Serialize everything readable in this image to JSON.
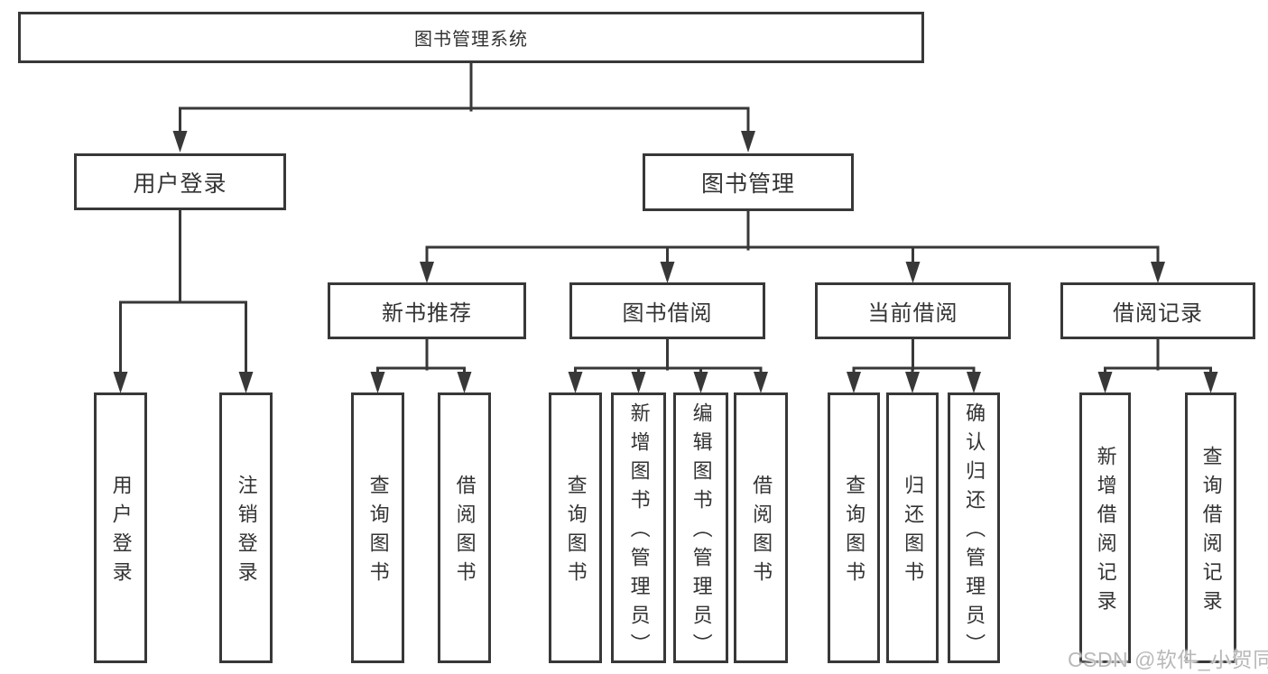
{
  "colors": {
    "line": "#383838",
    "box_border": "#383838",
    "text": "#333333",
    "watermark": "#b9b9b9",
    "background": "#ffffff"
  },
  "watermark": {
    "text": "CSDN @软件_小贺同学"
  },
  "tree": {
    "label": "图书管理系统",
    "children": [
      {
        "label": "用户登录",
        "children": [
          {
            "label": "用户登录"
          },
          {
            "label": "注销登录"
          }
        ]
      },
      {
        "label": "图书管理",
        "children": [
          {
            "label": "新书推荐",
            "children": [
              {
                "label": "查询图书"
              },
              {
                "label": "借阅图书"
              }
            ]
          },
          {
            "label": "图书借阅",
            "children": [
              {
                "label": "查询图书"
              },
              {
                "label": "新增图书（管理员）"
              },
              {
                "label": "编辑图书（管理员）"
              },
              {
                "label": "借阅图书"
              }
            ]
          },
          {
            "label": "当前借阅",
            "children": [
              {
                "label": "查询图书"
              },
              {
                "label": "归还图书"
              },
              {
                "label": "确认归还（管理员）"
              }
            ]
          },
          {
            "label": "借阅记录",
            "children": [
              {
                "label": "新增借阅记录"
              },
              {
                "label": "查询借阅记录"
              }
            ]
          }
        ]
      }
    ]
  }
}
